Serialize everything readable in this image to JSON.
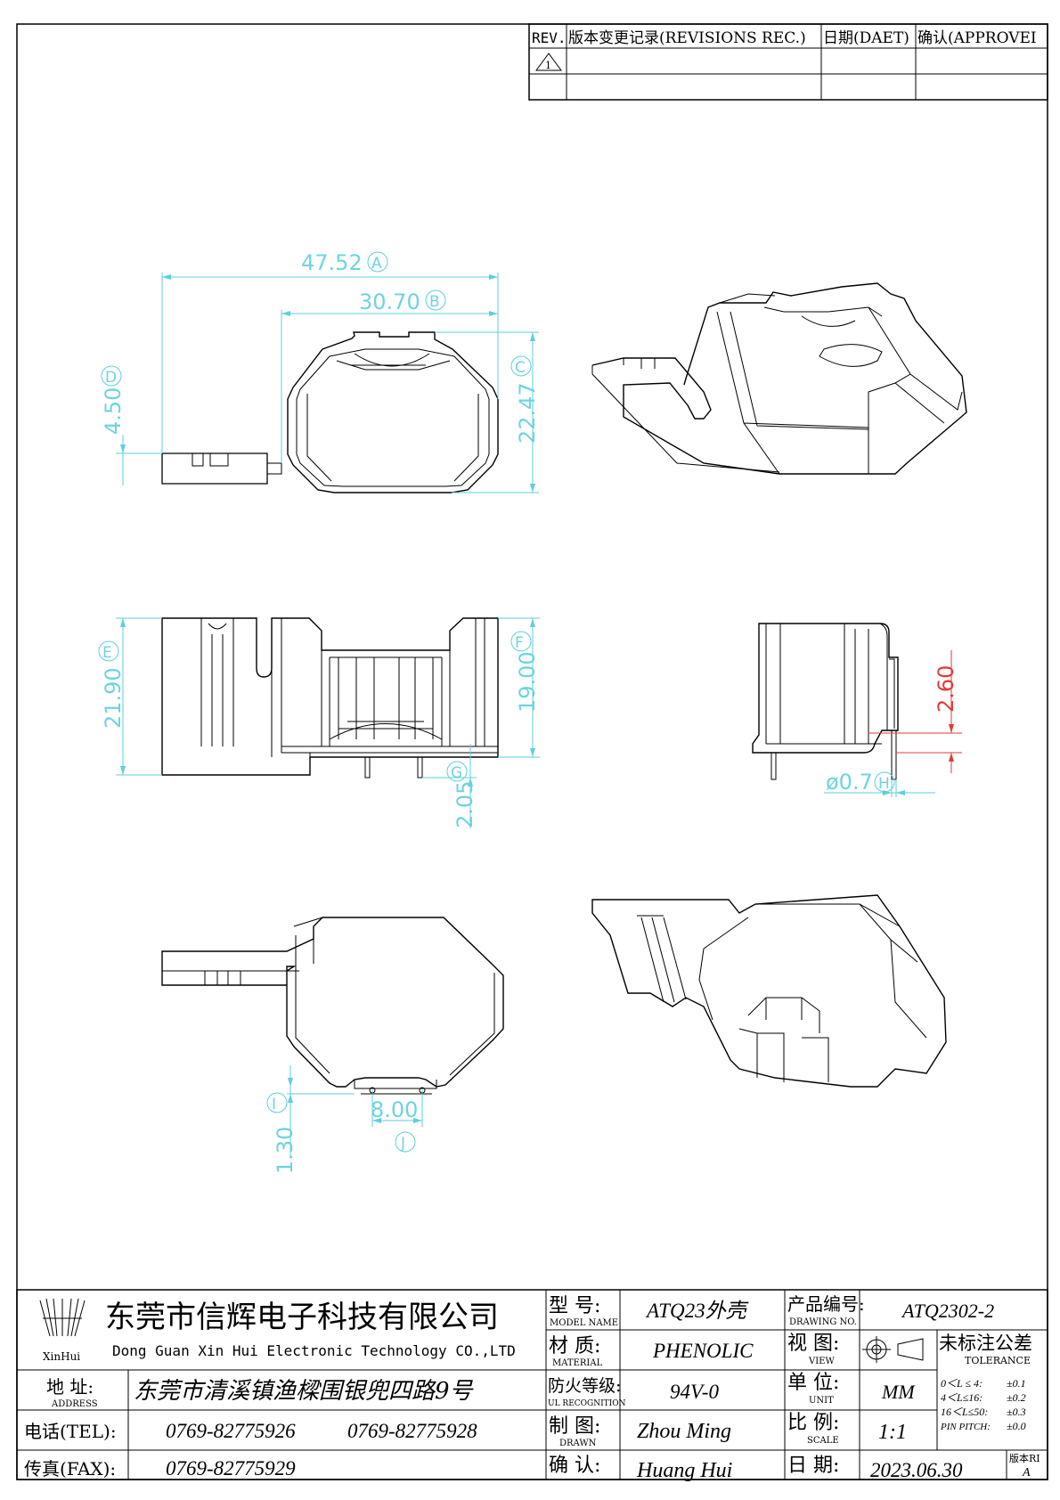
{
  "revision_table": {
    "headers": {
      "rev": "REV.",
      "record": "版本变更记录(REVISIONS REC.)",
      "date": "日期(DAET)",
      "approve": "确认(APPROVEI"
    },
    "rev_symbol": "⚠"
  },
  "dimensions": {
    "A": "47.52",
    "A_tag": "A",
    "B": "30.70",
    "B_tag": "B",
    "C": "22.47",
    "C_tag": "C",
    "D": "4.50",
    "D_tag": "D",
    "E": "21.90",
    "E_tag": "E",
    "F": "19.00",
    "F_tag": "F",
    "G": "2.05",
    "G_tag": "G",
    "H": "ø0.7",
    "H_tag": "H",
    "I": "1.30",
    "I_tag": "I",
    "J": "8.00",
    "J_tag": "J",
    "ref": "2.60"
  },
  "title_block": {
    "company_cn": "东莞市信辉电子科技有限公司",
    "company_en": "Dong Guan Xin Hui Electronic Technology CO.,LTD",
    "logo_text": "XinHui",
    "address_label": "地  址:",
    "address_label_en": "ADDRESS",
    "address": "东莞市清溪镇渔樑围银兜四路9号",
    "tel_label": "电话(TEL):",
    "tel1": "0769-82775926",
    "tel2": "0769-82775928",
    "fax_label": "传真(FAX):",
    "fax": "0769-82775929",
    "model_label": "型  号:",
    "model_label_en": "MODEL NAME",
    "model": "ATQ23外壳",
    "material_label": "材  质:",
    "material_label_en": "MATERIAL",
    "material": "PHENOLIC",
    "fire_label": "防火等级:",
    "fire_label_en": "UL RECOGNITION",
    "fire": "94V-0",
    "drawn_label": "制  图:",
    "drawn_label_en": "DRAWN",
    "drawn": "Zhou Ming",
    "confirm_label": "确  认:",
    "confirm": "Huang Hui",
    "drawing_no_label": "产品编号:",
    "drawing_no_label_en": "DRAWING NO.",
    "drawing_no": "ATQ2302-2",
    "view_label": "视  图:",
    "view_label_en": "VIEW",
    "unit_label": "单  位:",
    "unit_label_en": "UNIT",
    "unit": "MM",
    "scale_label": "比  例:",
    "scale_label_en": "SCALE",
    "scale": "1:1",
    "date_label": "日  期:",
    "date": "2023.06.30",
    "version_label": "版本RI",
    "version": "A",
    "tolerance_label": "未标注公差",
    "tolerance_label_en": "TOLERANCE",
    "tolerances": [
      {
        "range": "0＜L ≤ 4:",
        "value": "±0.1"
      },
      {
        "range": "4＜L≤16:",
        "value": "±0.2"
      },
      {
        "range": "16＜L≤50:",
        "value": "±0.3"
      },
      {
        "range": "PIN PITCH:",
        "value": "±0.0"
      }
    ]
  }
}
